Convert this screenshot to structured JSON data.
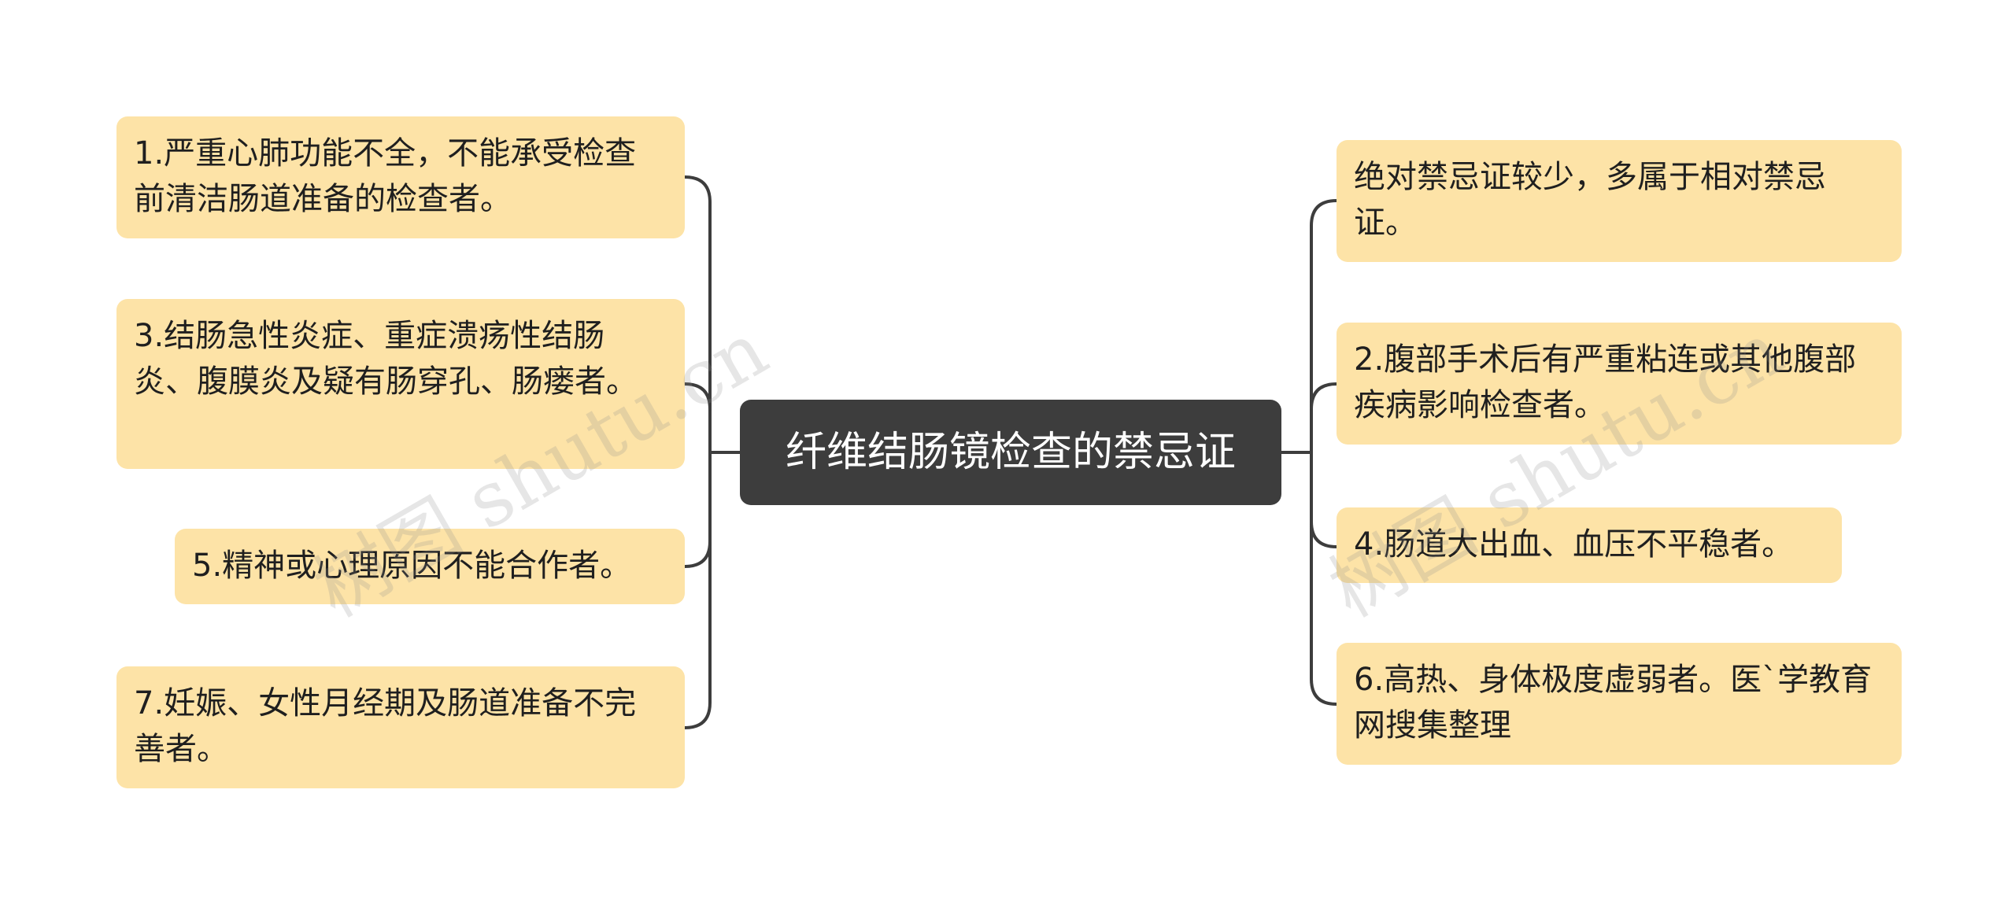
{
  "root": {
    "title": "纤维结肠镜检查的禁忌证"
  },
  "left_nodes": [
    {
      "text": "1.严重心肺功能不全，不能承受检查前清洁肠道准备的检查者。"
    },
    {
      "text": "3.结肠急性炎症、重症溃疡性结肠炎、腹膜炎及疑有肠穿孔、肠瘘者。"
    },
    {
      "text": "5.精神或心理原因不能合作者。"
    },
    {
      "text": "7.妊娠、女性月经期及肠道准备不完善者。"
    }
  ],
  "right_nodes": [
    {
      "text": "绝对禁忌证较少，多属于相对禁忌证。"
    },
    {
      "text": "2.腹部手术后有严重粘连或其他腹部疾病影响检查者。"
    },
    {
      "text": "4.肠道大出血、血压不平稳者。"
    },
    {
      "text": "6.高热、身体极度虚弱者。医`学教育网搜集整理"
    }
  ],
  "watermarks": [
    {
      "text": "树图 shutu.cn"
    },
    {
      "text": "树图 shutu.cn"
    }
  ],
  "colors": {
    "root_bg": "#3d3d3d",
    "node_bg": "#fde3a7",
    "line": "#3d3d3d"
  }
}
